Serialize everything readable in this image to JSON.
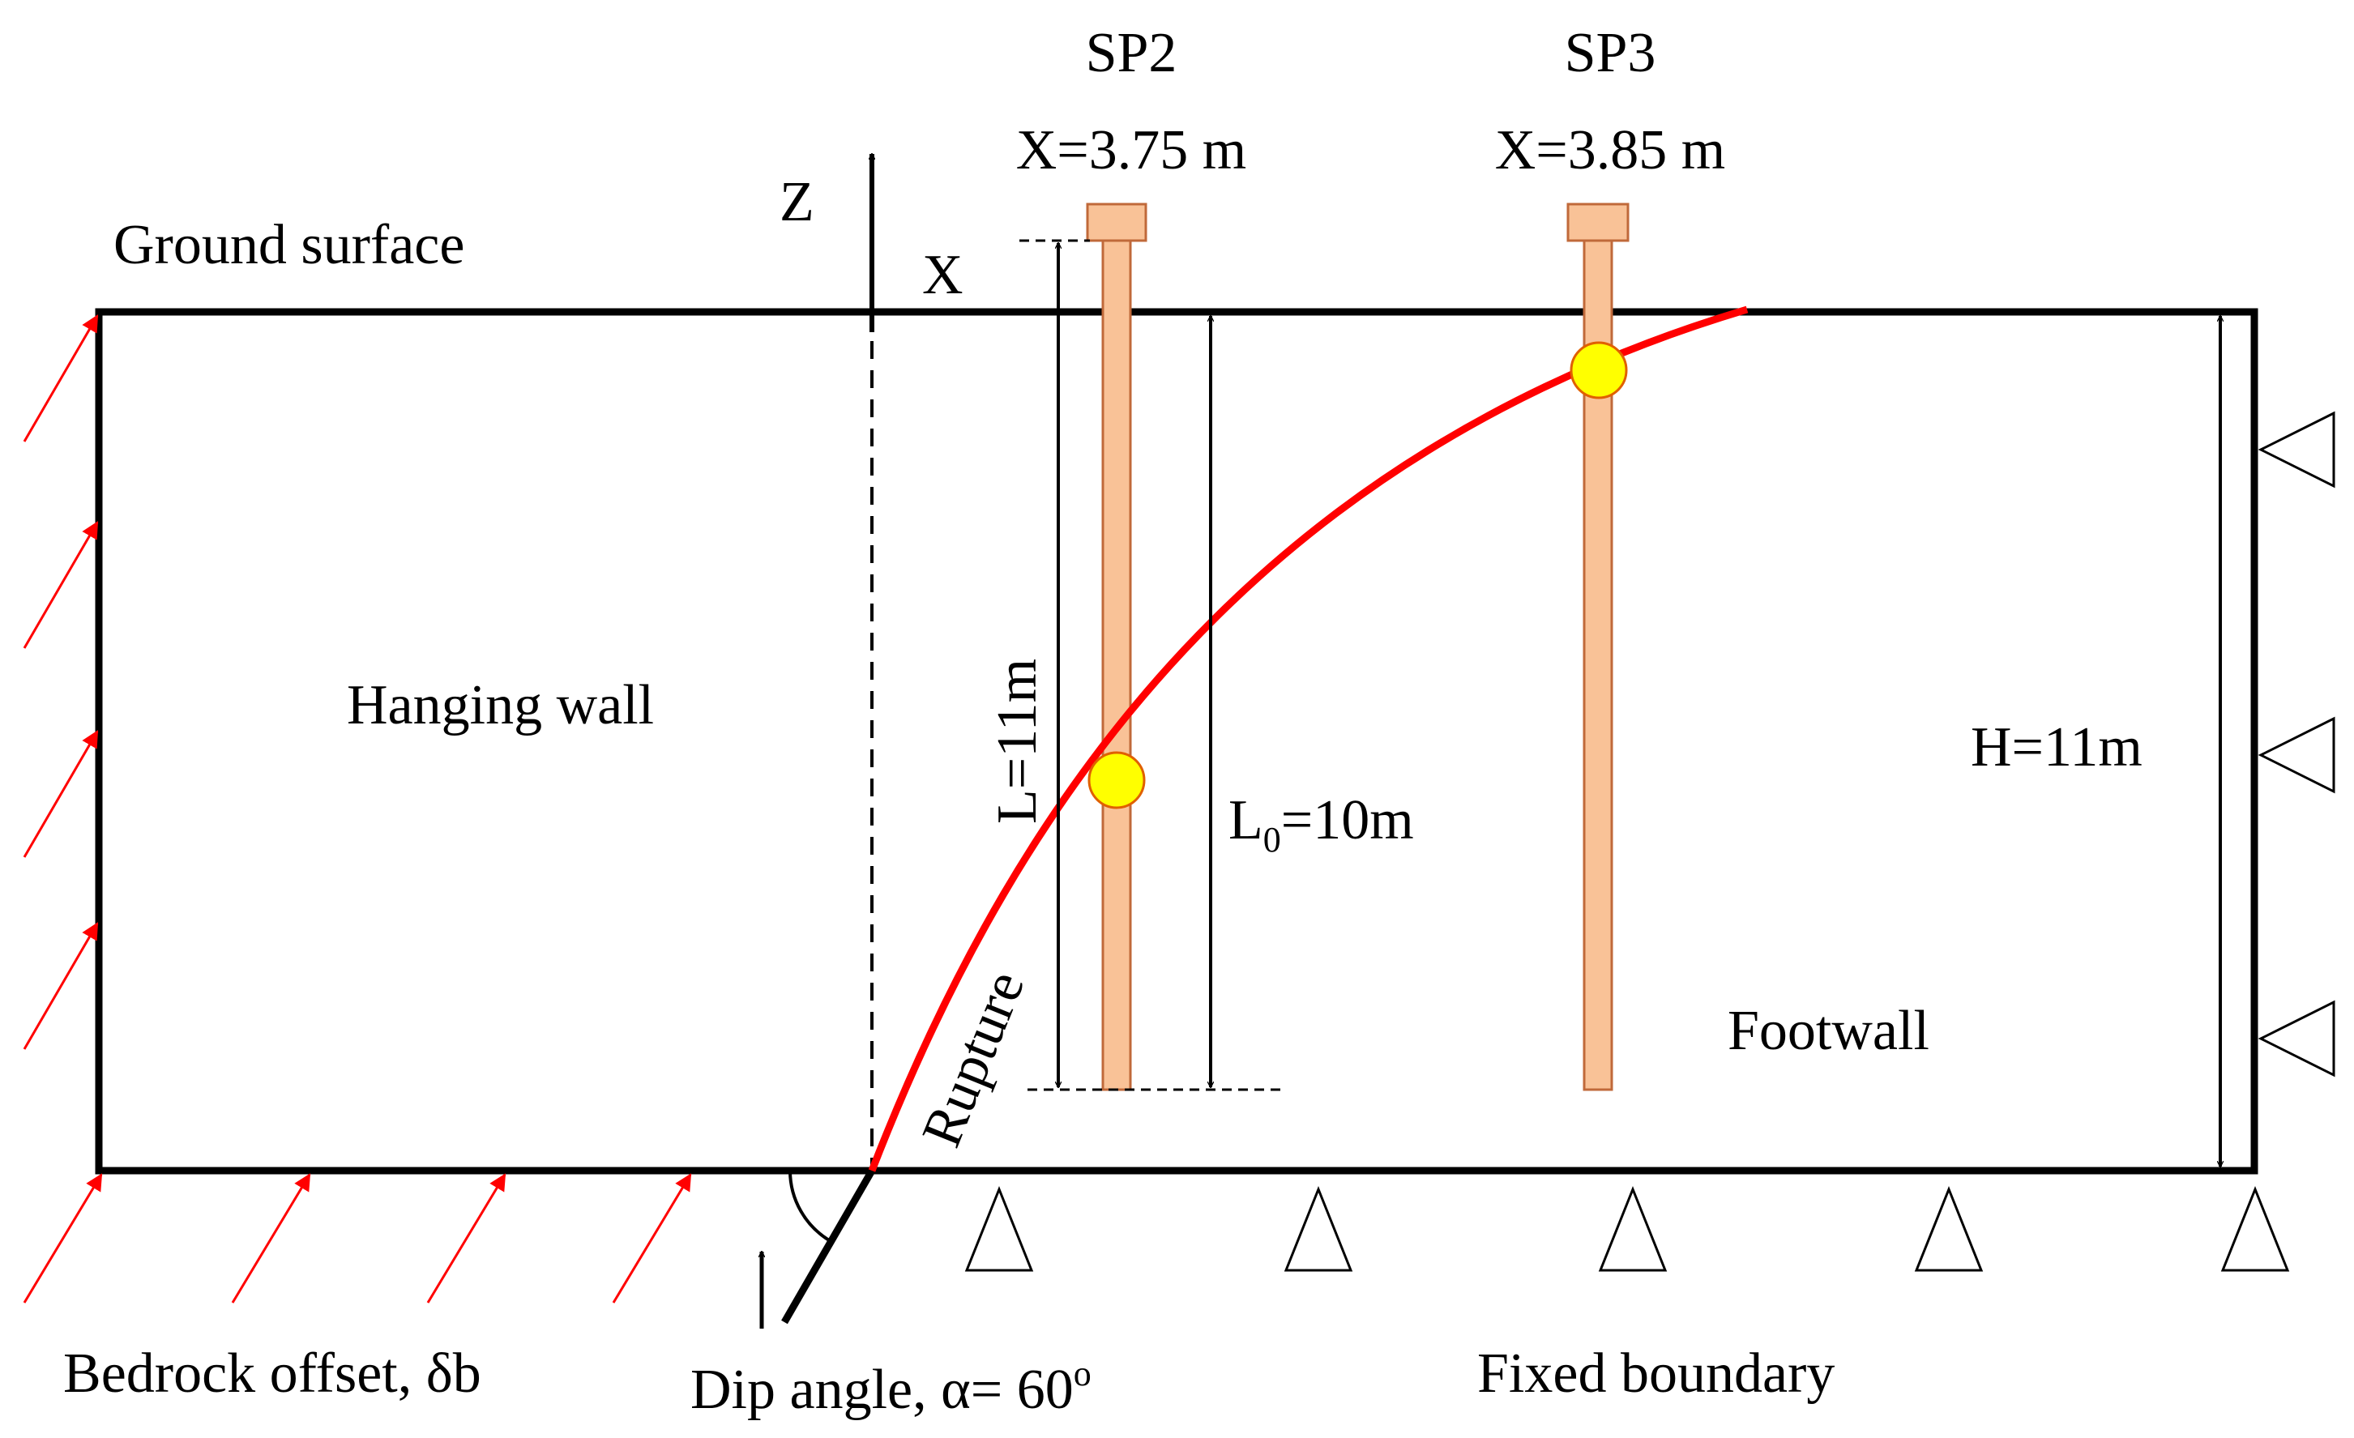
{
  "labels": {
    "ground_surface": "Ground surface",
    "hanging_wall": "Hanging wall",
    "footwall": "Footwall",
    "rupture": "Rupture",
    "bedrock_offset": "Bedrock offset, δb",
    "fixed_boundary": "Fixed boundary",
    "dip_angle": "Dip angle, α= 60",
    "dip_angle_degree": "o",
    "axis_z": "Z",
    "axis_x": "X",
    "pile_length": "L=11m",
    "embedded_length_main": "L",
    "embedded_length_sub": "0",
    "embedded_length_value": "=10m",
    "height": "H=11m"
  },
  "piles": [
    {
      "name": "SP2",
      "position": "X=3.75 m"
    },
    {
      "name": "SP3",
      "position": "X=3.85 m"
    }
  ],
  "colors": {
    "rupture": "#ff0000",
    "load_arrow": "#ff0000",
    "pile_fill": "#f9c297",
    "pile_stroke": "#c0693a",
    "intersection_fill": "#ffff00",
    "intersection_stroke": "#e06000",
    "outline": "#000000"
  }
}
